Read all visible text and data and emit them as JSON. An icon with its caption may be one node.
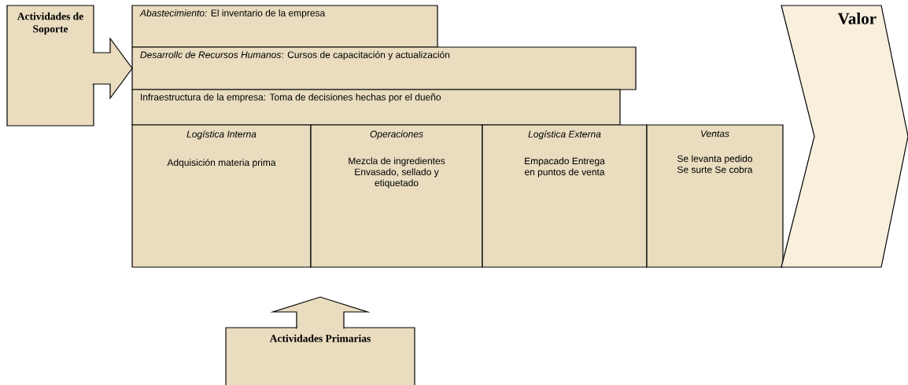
{
  "diagram": {
    "nodes": [
      {
        "text": [
          "Actividades de Soporte"
        ]
      },
      {
        "text": [
          "*Abastecimiento:* El inventario de la empresa"
        ]
      },
      {
        "text": [
          "*Desarrollc de Recursos Humanos*: Cursos de capacitación y actualización"
        ]
      },
      {
        "text": [
          "Infraestructura de la empresa: Toma de decisiones hechas por el dueño"
        ]
      },
      {
        "text": [
          "Logística Interna",
          "Adquisición materia prima"
        ]
      },
      {
        "text": [
          "Operaciones",
          "Mezcla de ingredientes Envasado, sellado y etiquetado"
        ]
      },
      {
        "text": [
          "Logística Externa",
          "Empacado Entrega en puntos de venta"
        ]
      },
      {
        "text": [
          "Ventas",
          "Se levanta pedido Se surte Se cobra"
        ]
      },
      {
        "text": [
          "Valor"
        ]
      },
      {
        "text": [
          "Actividades Primarias"
        ]
      }
    ],
    "edges": [
      {
        "from": 0,
        "to": 2,
        "arrow": "to"
      },
      {
        "from": 9,
        "to": null,
        "arrow": "to"
      }
    ]
  }
}
